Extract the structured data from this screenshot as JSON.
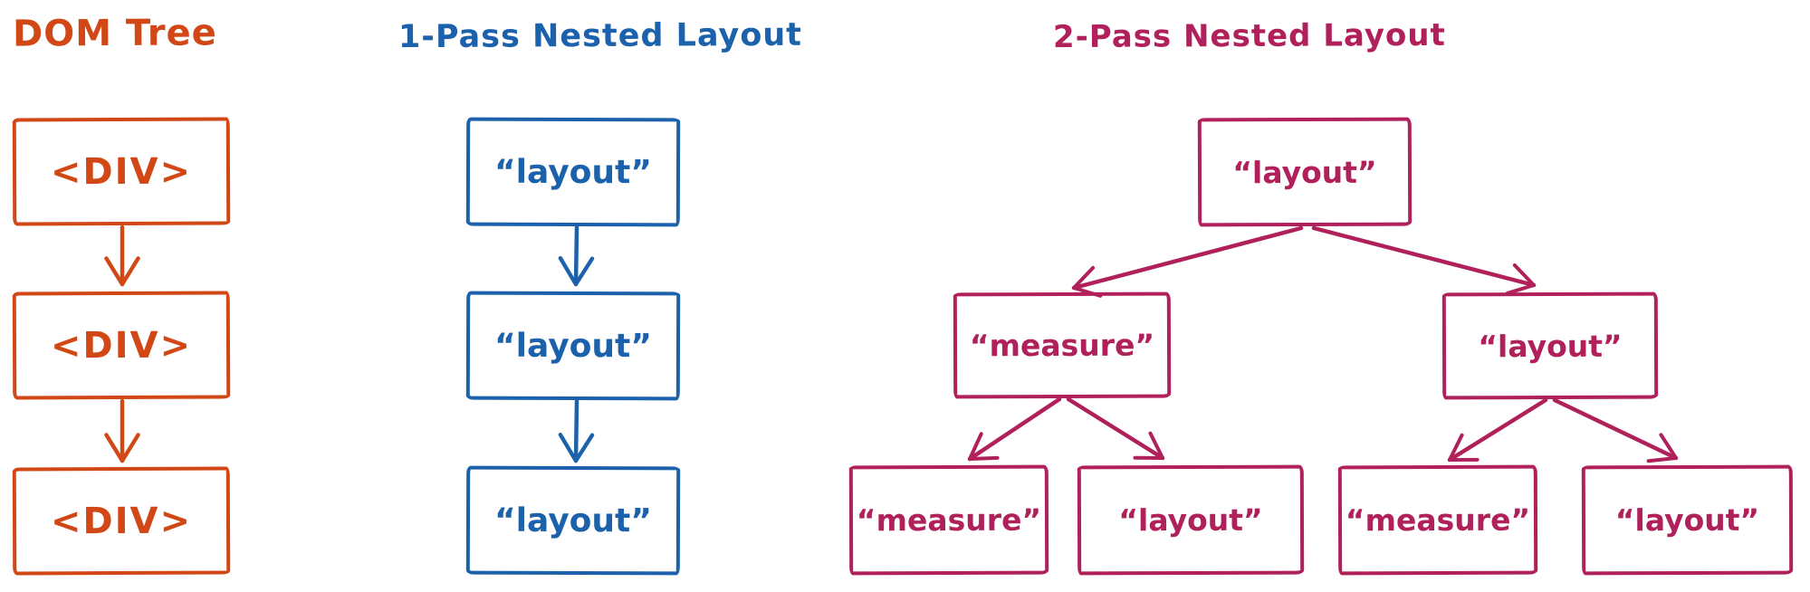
{
  "colors": {
    "dom_tree_accent": "#d14816",
    "one_pass_accent": "#1b61ab",
    "two_pass_accent": "#b0205a",
    "background": "#ffffff"
  },
  "diagrams": {
    "dom": {
      "title": "DOM Tree",
      "nodes": [
        "<DIV>",
        "<DIV>",
        "<DIV>"
      ]
    },
    "one_pass": {
      "title": "1-Pass Nested Layout",
      "nodes": [
        "“layout”",
        "“layout”",
        "“layout”"
      ]
    },
    "two_pass": {
      "title": "2-Pass Nested Layout",
      "root": "“layout”",
      "level2": [
        "“measure”",
        "“layout”"
      ],
      "level3": [
        "“measure”",
        "“layout”",
        "“measure”",
        "“layout”"
      ]
    }
  }
}
